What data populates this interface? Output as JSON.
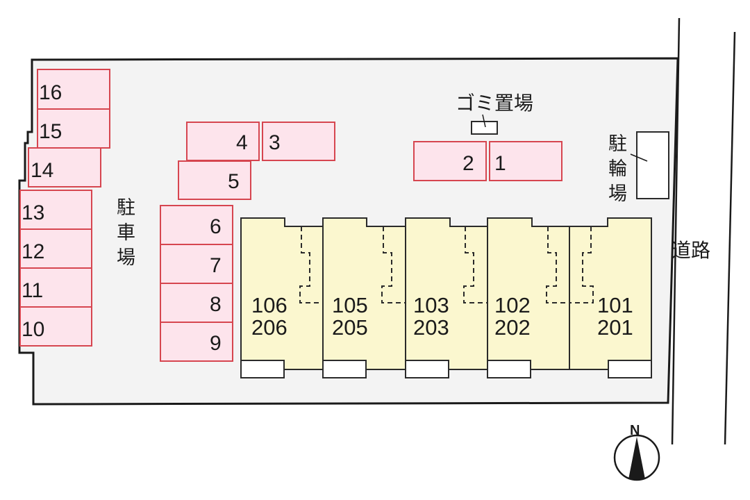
{
  "labels": {
    "parking": [
      "駐",
      "車",
      "場"
    ],
    "bicycle_parking": [
      "駐",
      "輪",
      "場"
    ],
    "garbage": "ゴミ置場",
    "road": "道路",
    "north": "N"
  },
  "parking_spaces": [
    "1",
    "2",
    "3",
    "4",
    "5",
    "6",
    "7",
    "8",
    "9",
    "10",
    "11",
    "12",
    "13",
    "14",
    "15",
    "16"
  ],
  "units": [
    {
      "first": "106",
      "second": "206"
    },
    {
      "first": "105",
      "second": "205"
    },
    {
      "first": "103",
      "second": "203"
    },
    {
      "first": "102",
      "second": "202"
    },
    {
      "first": "101",
      "second": "201"
    }
  ],
  "colors": {
    "parking_fill": "#fde4ec",
    "parking_stroke": "#d6454f",
    "unit_fill": "#fbf7cf",
    "lot_fill": "#f3f3f3"
  }
}
